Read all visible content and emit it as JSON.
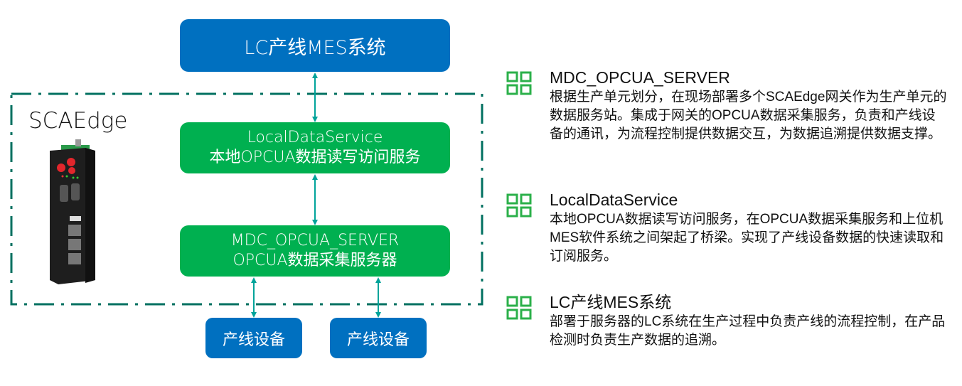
{
  "diagram": {
    "mes_box": {
      "label": "LC产线MES系统"
    },
    "edge_label": "SCAEdge",
    "local_data_service_box": {
      "line1": "LocalDataService",
      "line2": "本地OPCUA数据读写访问服务"
    },
    "mdc_server_box": {
      "line1": "MDC_OPCUA_SERVER",
      "line2": "OPCUA数据采集服务器"
    },
    "devices": [
      {
        "label": "产线设备"
      },
      {
        "label": "产线设备"
      }
    ],
    "colors": {
      "blue": "#0070c0",
      "green": "#00b050",
      "arrow": "#00a39a",
      "frame": "#007060",
      "icon": "#2bb04a"
    }
  },
  "descriptions": [
    {
      "icon": "grid-icon",
      "title": "MDC_OPCUA_SERVER",
      "body": "根据生产单元划分，在现场部署多个SCAEdge网关作为生产单元的数据服务站。集成于网关的OPCUA数据采集服务，负责和产线设备的通讯，为流程控制提供数据交互，为数据追溯提供数据支撑。"
    },
    {
      "icon": "grid-icon",
      "title": "LocalDataService",
      "body": "本地OPCUA数据读写访问服务，在OPCUA数据采集服务和上位机MES软件系统之间架起了桥梁。实现了产线设备数据的快速读取和订阅服务。"
    },
    {
      "icon": "grid-icon",
      "title": "LC产线MES系统",
      "body": "部署于服务器的LC系统在生产过程中负责产线的流程控制，在产品检测时负责生产数据的追溯。"
    }
  ]
}
